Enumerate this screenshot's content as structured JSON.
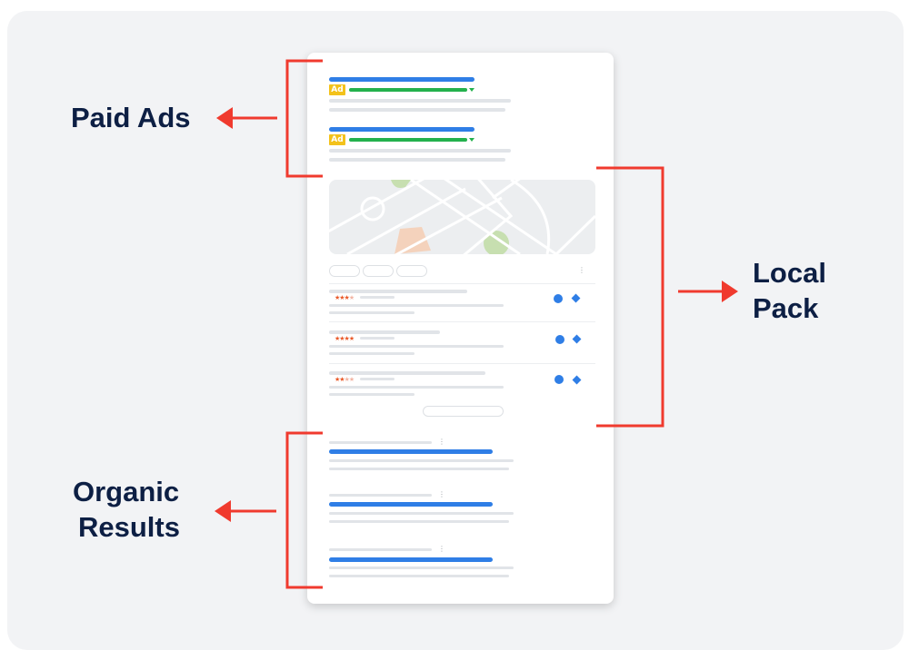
{
  "labels": {
    "paid_ads": "Paid Ads",
    "local_pack_line1": "Local",
    "local_pack_line2": "Pack",
    "organic_line1": "Organic",
    "organic_line2": "Results"
  },
  "mockup": {
    "ad_badge": "Ad",
    "local_results": [
      {
        "rating_stars": 3
      },
      {
        "rating_stars": 4
      },
      {
        "rating_stars": 2
      }
    ],
    "organic_count": 3
  },
  "colors": {
    "annotation_red": "#f03a2e",
    "label_navy": "#0d1f44",
    "link_blue": "#2f7ee6",
    "ad_green": "#23b14d",
    "ad_yellow": "#f3c21b",
    "star_orange": "#ea5a2a"
  }
}
